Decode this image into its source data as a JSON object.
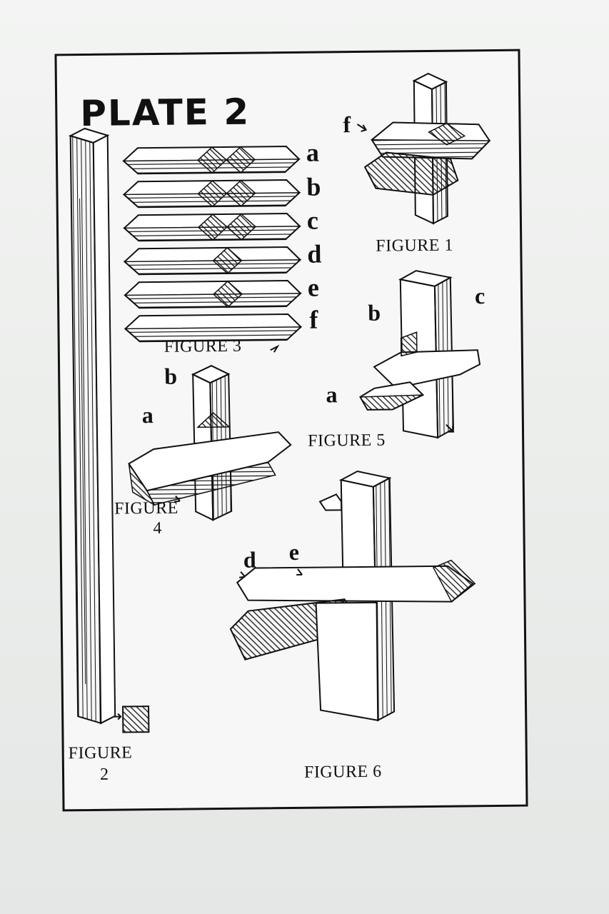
{
  "plate": {
    "title": "PLATE 2"
  },
  "figures": {
    "fig1": "FIGURE 1",
    "fig2_top": "FIGURE",
    "fig2_num": "2",
    "fig3": "FIGURE 3",
    "fig4_top": "FIGURE",
    "fig4_num": "4",
    "fig5": "FIGURE 5",
    "fig6": "FIGURE 6"
  },
  "piece_labels": {
    "a": "a",
    "b": "b",
    "c": "c",
    "d": "d",
    "e": "e",
    "f": "f"
  },
  "figure_markers": {
    "f1_f": "f",
    "f4_a": "a",
    "f4_b": "b",
    "f5_a": "a",
    "f5_b": "b",
    "f5_c": "c",
    "f6_d": "d",
    "f6_e": "e"
  },
  "colors": {
    "ink": "#111111",
    "paper": "#f6f7f6"
  }
}
